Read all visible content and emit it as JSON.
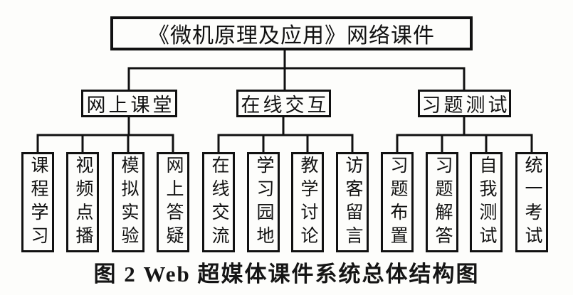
{
  "colors": {
    "ink": "#111111",
    "paper": "#fdfdfb"
  },
  "diagram": {
    "root": {
      "label": "《微机原理及应用》网络课件"
    },
    "branches": [
      {
        "label": "网上课堂",
        "children": [
          "课程学习",
          "视频点播",
          "模拟实验",
          "网上答疑"
        ]
      },
      {
        "label": "在线交互",
        "children": [
          "在线交流",
          "学习园地",
          "教学讨论",
          "访客留言"
        ]
      },
      {
        "label": "习题测试",
        "children": [
          "习题布置",
          "习题解答",
          "自我测试",
          "统一考试"
        ]
      }
    ]
  },
  "caption": "图 2  Web 超媒体课件系统总体结构图"
}
